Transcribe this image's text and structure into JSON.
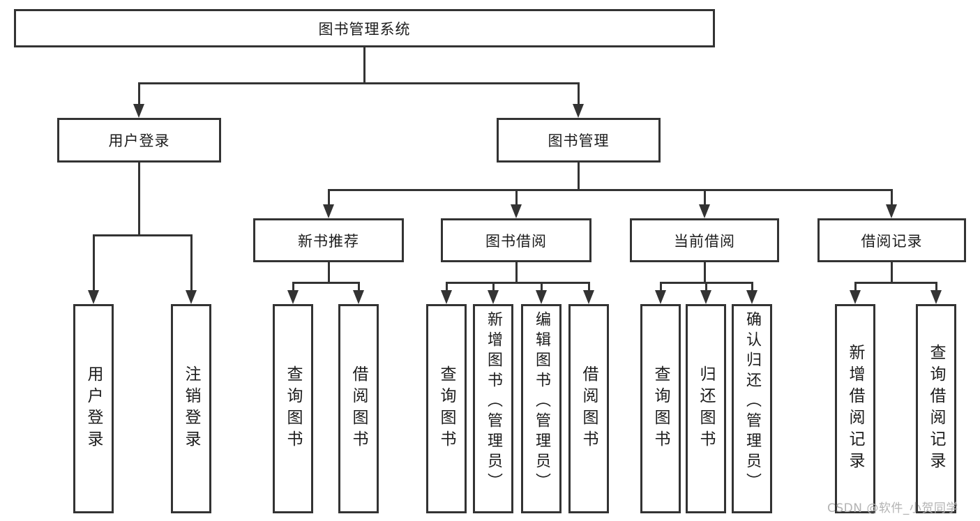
{
  "diagram": {
    "title": "图书管理系统",
    "nodes": {
      "root": "图书管理系统",
      "login": {
        "label": "用户登录",
        "children": [
          "用户登录",
          "注销登录"
        ]
      },
      "manage": {
        "label": "图书管理"
      },
      "recommend": {
        "label": "新书推荐",
        "children": [
          "查询图书",
          "借阅图书"
        ]
      },
      "borrow": {
        "label": "图书借阅",
        "children": [
          "查询图书",
          "新增图书（管理员）",
          "编辑图书（管理员）",
          "借阅图书"
        ]
      },
      "current": {
        "label": "当前借阅",
        "children": [
          "查询图书",
          "归还图书",
          "确认归还（管理员）"
        ]
      },
      "records": {
        "label": "借阅记录",
        "children": [
          "新增借阅记录",
          "查询借阅记录"
        ]
      }
    }
  },
  "watermark": {
    "text": "CSDN @软件_小贺同学"
  },
  "colors": {
    "line": "#333333",
    "text": "#1c1c1c",
    "watermark": "#b3b3b3",
    "background": "#ffffff"
  }
}
